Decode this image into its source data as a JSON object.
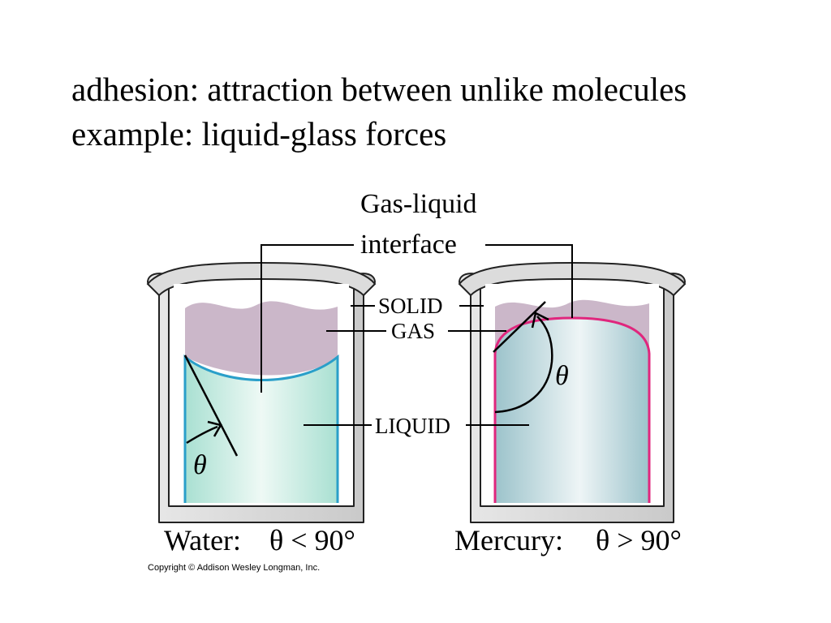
{
  "heading": {
    "line1": "adhesion: attraction between unlike molecules",
    "line2": "example: liquid-glass forces"
  },
  "diagram": {
    "interface_label_line1": "Gas-liquid",
    "interface_label_line2": "interface",
    "solid_label": "SOLID",
    "gas_label": "GAS",
    "liquid_label": "LIQUID",
    "theta_symbol": "θ",
    "water_caption_prefix": "Water:",
    "water_caption_relation": "θ < 90°",
    "mercury_caption_prefix": "Mercury:",
    "mercury_caption_relation": "θ > 90°",
    "copyright": "Copyright © Addison Wesley Longman, Inc."
  },
  "colors": {
    "gas": "#c8b3c6",
    "water_liquid": "#bfe8dc",
    "water_meniscus": "#2a9fc9",
    "mercury_liquid": "#b7d6dc",
    "mercury_meniscus": "#e0267d",
    "glass": "#d9d9d9"
  }
}
